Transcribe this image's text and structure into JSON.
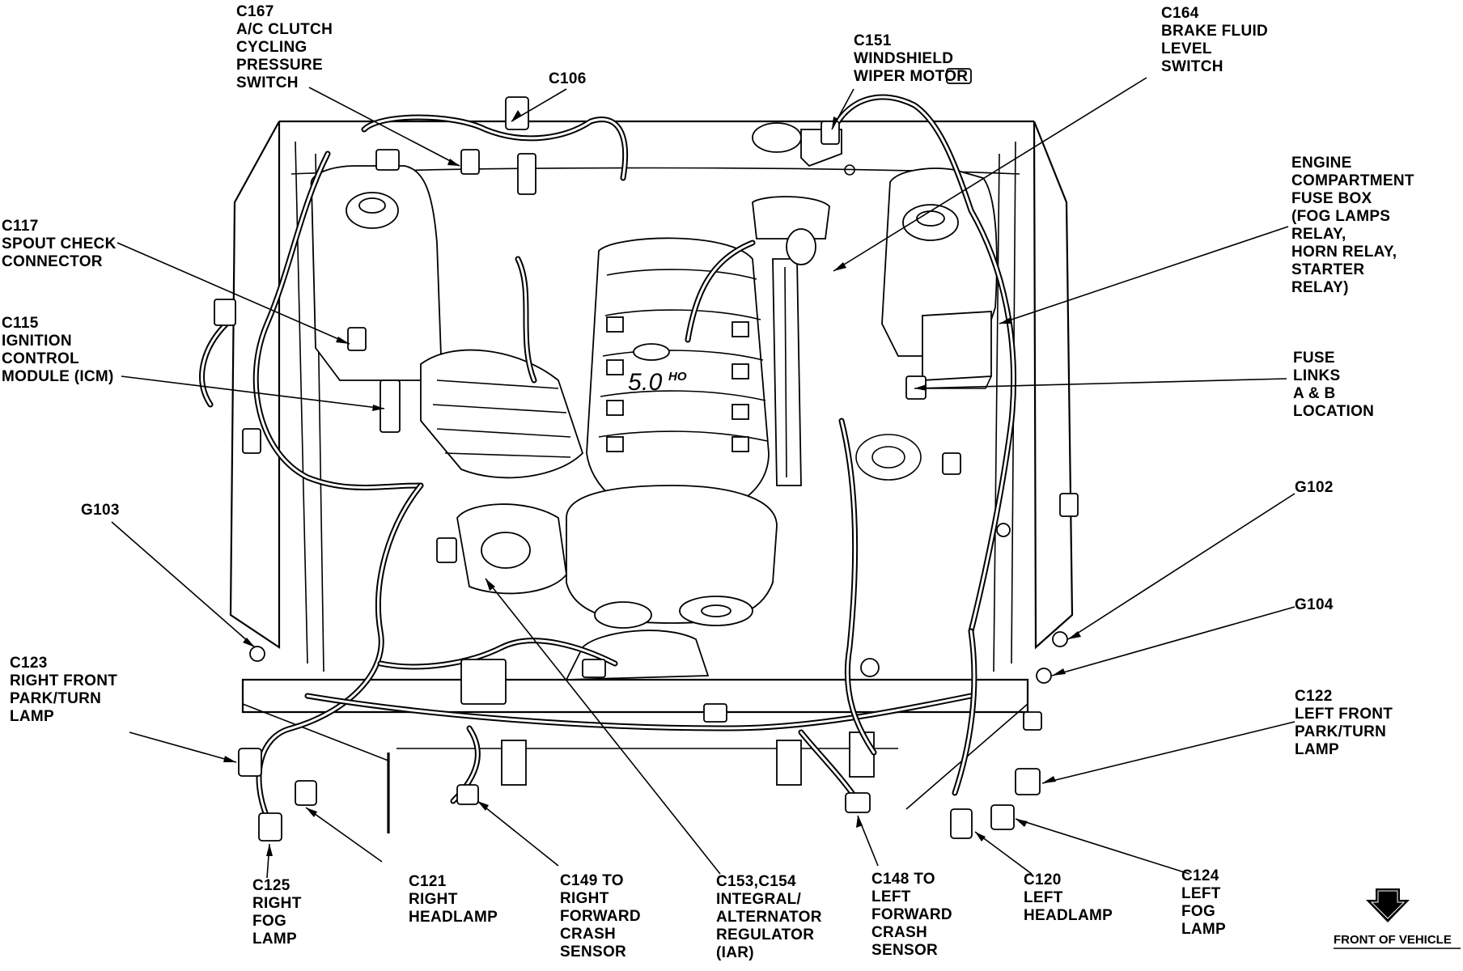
{
  "labels": [
    {
      "id": "c167",
      "lines": [
        "C167",
        "A/C CLUTCH",
        "CYCLING",
        "PRESSURE",
        "SWITCH"
      ]
    },
    {
      "id": "c106",
      "lines": [
        "C106"
      ]
    },
    {
      "id": "c151",
      "lines": [
        "C151",
        "WINDSHIELD",
        "WIPER MOTOR"
      ]
    },
    {
      "id": "c164",
      "lines": [
        "C164",
        "BRAKE FLUID",
        "LEVEL",
        "SWITCH"
      ]
    },
    {
      "id": "fusebox",
      "lines": [
        "ENGINE",
        "COMPARTMENT",
        "FUSE BOX",
        "(FOG LAMPS",
        "RELAY,",
        "HORN RELAY,",
        "STARTER",
        "RELAY)"
      ]
    },
    {
      "id": "c117",
      "lines": [
        "C117",
        "SPOUT CHECK",
        "CONNECTOR"
      ]
    },
    {
      "id": "c115",
      "lines": [
        "C115",
        "IGNITION",
        "CONTROL",
        "MODULE (ICM)"
      ]
    },
    {
      "id": "fuselinks",
      "lines": [
        "FUSE",
        "LINKS",
        "A & B",
        "LOCATION"
      ]
    },
    {
      "id": "g102",
      "lines": [
        "G102"
      ]
    },
    {
      "id": "g103",
      "lines": [
        "G103"
      ]
    },
    {
      "id": "g104",
      "lines": [
        "G104"
      ]
    },
    {
      "id": "c123",
      "lines": [
        "C123",
        "RIGHT FRONT",
        "PARK/TURN",
        "LAMP"
      ]
    },
    {
      "id": "c122",
      "lines": [
        "C122",
        "LEFT FRONT",
        "PARK/TURN",
        "LAMP"
      ]
    },
    {
      "id": "c125",
      "lines": [
        "C125",
        "RIGHT",
        "FOG",
        "LAMP"
      ]
    },
    {
      "id": "c121",
      "lines": [
        "C121",
        "RIGHT",
        "HEADLAMP"
      ]
    },
    {
      "id": "c149",
      "lines": [
        "C149 TO",
        "RIGHT",
        "FORWARD",
        "CRASH",
        "SENSOR"
      ]
    },
    {
      "id": "c153",
      "lines": [
        "C153,C154",
        "INTEGRAL/",
        "ALTERNATOR",
        "REGULATOR",
        "(IAR)"
      ]
    },
    {
      "id": "c148",
      "lines": [
        "C148 TO",
        "LEFT",
        "FORWARD",
        "CRASH",
        "SENSOR"
      ]
    },
    {
      "id": "c120",
      "lines": [
        "C120",
        "LEFT",
        "HEADLAMP"
      ]
    },
    {
      "id": "c124",
      "lines": [
        "C124",
        "LEFT",
        "FOG",
        "LAMP"
      ]
    }
  ],
  "front_of_vehicle": "FRONT OF VEHICLE",
  "engine_badge": "5.0",
  "engine_badge_suffix": "HO"
}
